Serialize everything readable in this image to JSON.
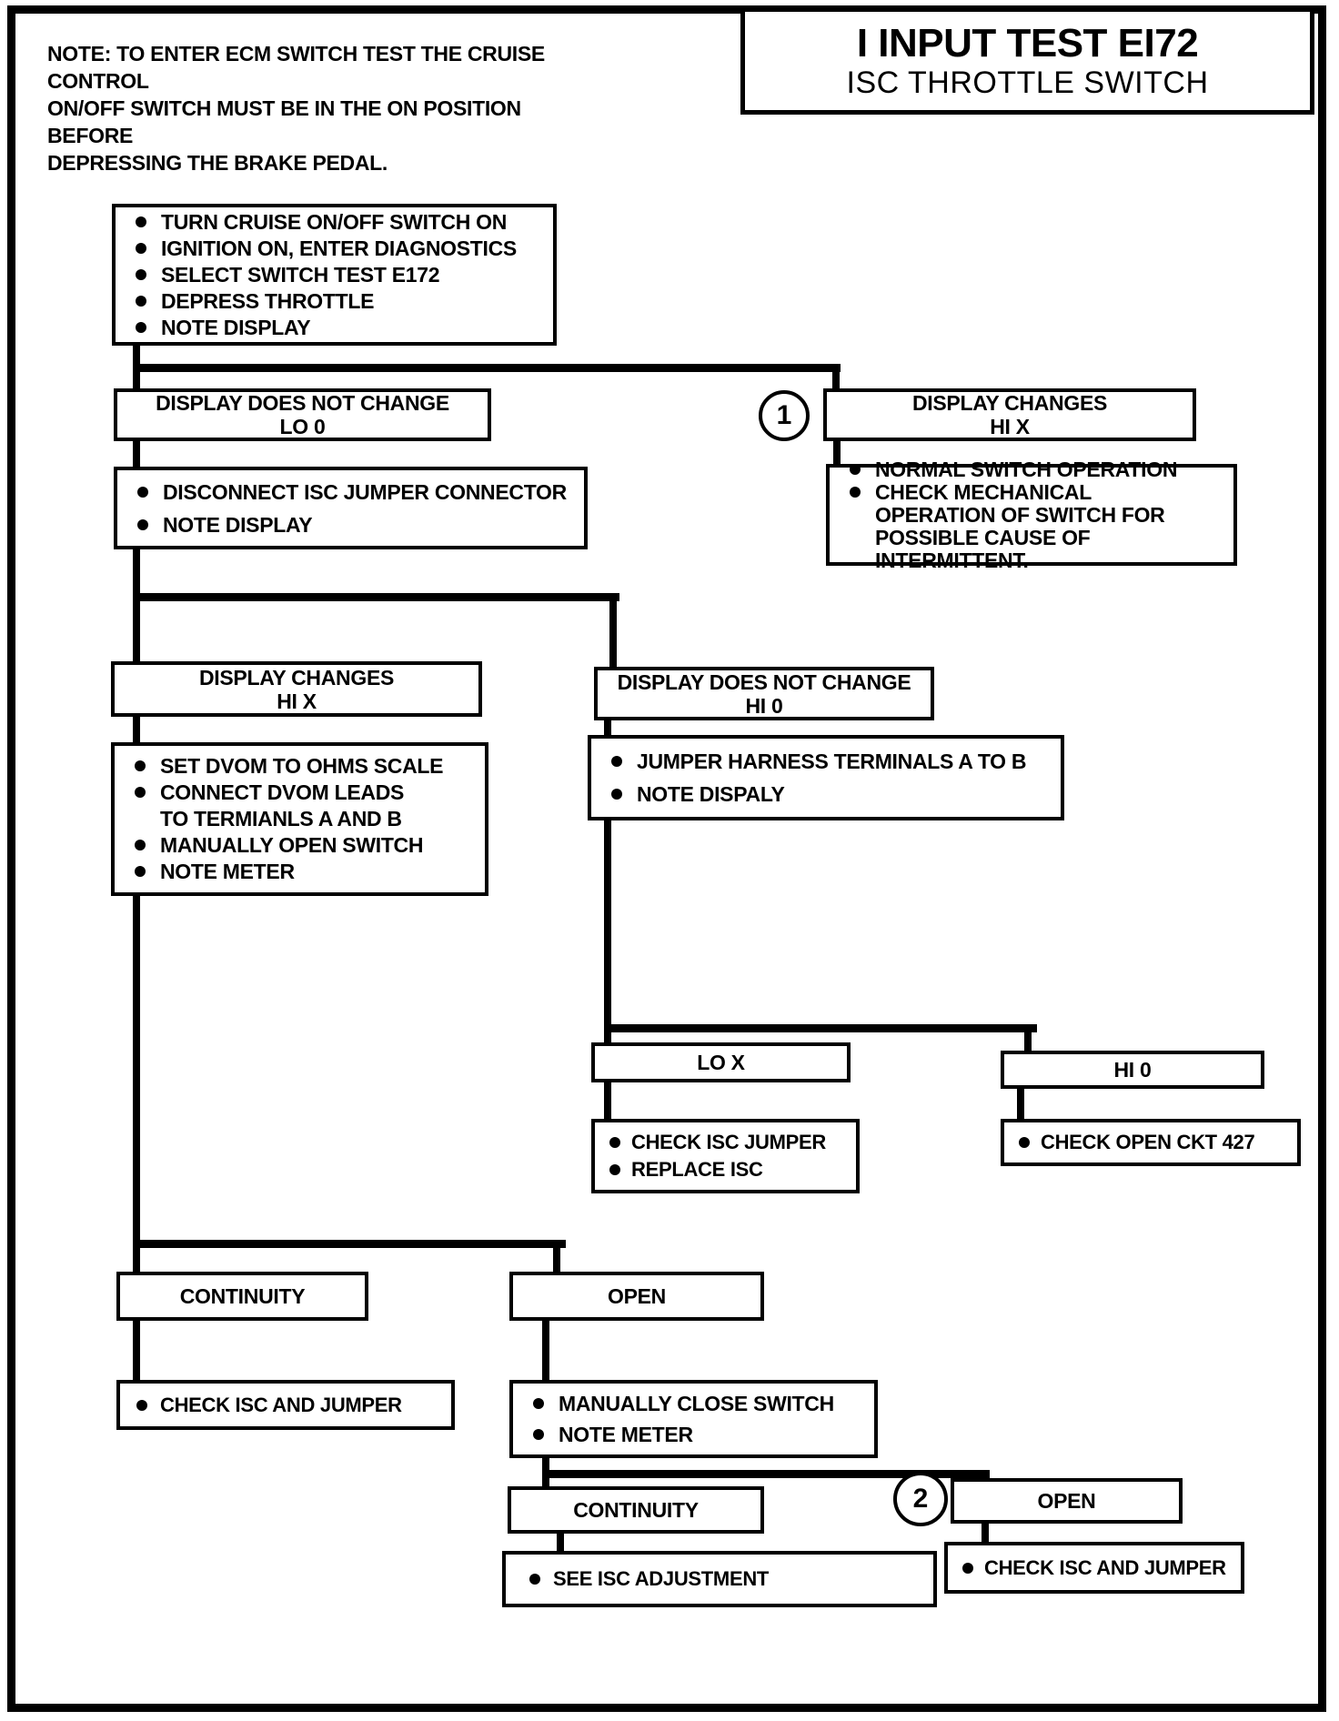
{
  "colors": {
    "ink": "#000000",
    "paper": "#ffffff"
  },
  "note": {
    "line1": "NOTE: TO ENTER ECM SWITCH TEST THE CRUISE CONTROL",
    "line2": "ON/OFF SWITCH MUST BE IN THE ON POSITION BEFORE",
    "line3": "DEPRESSING THE BRAKE PEDAL."
  },
  "title": {
    "line1": "I INPUT TEST EI72",
    "line2": "ISC THROTTLE SWITCH"
  },
  "flow": {
    "start": {
      "items": [
        "TURN CRUISE ON/OFF SWITCH ON",
        "IGNITION ON, ENTER DIAGNOSTICS",
        "SELECT SWITCH TEST E172",
        "DEPRESS THROTTLE",
        "NOTE DISPLAY"
      ]
    },
    "display_no_change_lo0": {
      "line1": "DISPLAY DOES NOT CHANGE",
      "line2": "LO 0"
    },
    "ref1": "1",
    "display_changes_hix_1": {
      "line1": "DISPLAY CHANGES",
      "line2": "HI X"
    },
    "normal_operation": {
      "items": [
        "NORMAL SWITCH OPERATION",
        "CHECK MECHANICAL OPERATION OF SWITCH  FOR POSSIBLE CAUSE OF INTERMITTENT."
      ]
    },
    "disconnect": {
      "items": [
        "DISCONNECT ISC JUMPER CONNECTOR",
        "NOTE DISPLAY"
      ]
    },
    "display_changes_hix_2": {
      "line1": "DISPLAY CHANGES",
      "line2": "HI X"
    },
    "display_no_change_hi0": {
      "line1": "DISPLAY DOES NOT CHANGE",
      "line2": "HI 0"
    },
    "jumper_harness": {
      "items": [
        "JUMPER HARNESS TERMINALS A TO B",
        "NOTE DISPALY"
      ]
    },
    "dvom": {
      "items": [
        "SET DVOM TO OHMS SCALE",
        "CONNECT DVOM LEADS TO TERMIANLS A AND B",
        "MANUALLY OPEN SWITCH",
        "NOTE METER"
      ]
    },
    "lo_x": {
      "label": "LO X"
    },
    "hi_0": {
      "label": "HI 0"
    },
    "check_isc_jumper": {
      "items": [
        "CHECK ISC JUMPER",
        "REPLACE ISC"
      ]
    },
    "check_open_ckt": {
      "items": [
        "CHECK OPEN CKT 427"
      ]
    },
    "continuity_1": {
      "label": "CONTINUITY"
    },
    "open_1": {
      "label": "OPEN"
    },
    "check_isc_and_jumper_1": {
      "items": [
        "CHECK ISC AND JUMPER"
      ]
    },
    "manually_close": {
      "items": [
        "MANUALLY CLOSE SWITCH",
        "NOTE METER"
      ]
    },
    "continuity_2": {
      "label": "CONTINUITY"
    },
    "ref2": "2",
    "open_2": {
      "label": "OPEN"
    },
    "see_isc_adjustment": {
      "items": [
        "SEE  ISC ADJUSTMENT"
      ]
    },
    "check_isc_and_jumper_2": {
      "items": [
        "CHECK ISC AND JUMPER"
      ]
    }
  }
}
